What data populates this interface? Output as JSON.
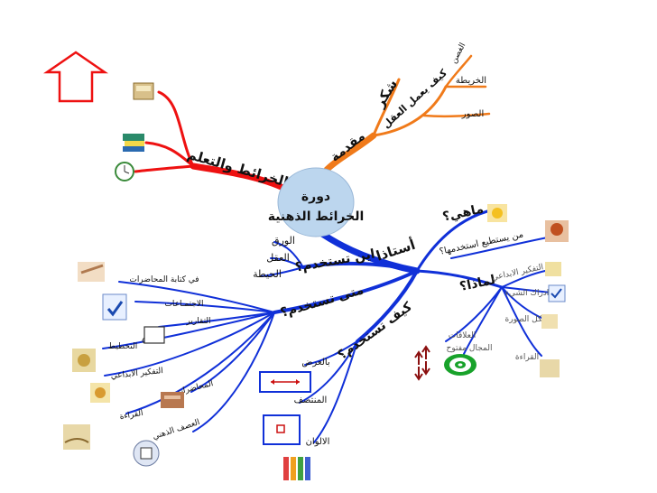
{
  "center": {
    "line1": "دورة",
    "line2": "الخرائط الذهنية"
  },
  "branches": {
    "intro": "مقدمة",
    "maps_learning": "الخرائط والتعلم",
    "what": "ماهي؟",
    "teachers": "أستاذا",
    "where": "اين تستخدم؟",
    "when": "متى تستخدم؟",
    "how": "كيف تستخدم؟",
    "why": "لماذا؟"
  },
  "intro_sub": {
    "thanks": "شكر",
    "brain": "كيف يعمل العقل",
    "branches": "الغصن",
    "map": "الخريطة",
    "images": "الصور"
  },
  "why_sub": {
    "who": "من يستطيع استخدمها؟",
    "creative": "التفكير الابداعي",
    "whole": "ادراك الشيء",
    "picture": "شكل الصورة",
    "relations": "العلاقات",
    "open": "المجال مفتوح",
    "reading": "القراءة"
  },
  "where_sub": {
    "paper": "الورق",
    "mind": "العقل",
    "wall": "الحيطة"
  },
  "when_sub": {
    "lectures_writing": "في كتابة المحاضرات",
    "meetings": "الاجتمـاعات",
    "reports": "التقارير",
    "planning": "التخطيط",
    "creative": "التفكير الابداعي",
    "lectures": "المحاضرات",
    "reading": "القراءة",
    "brainstorm": "العصف الذهني"
  },
  "how_sub": {
    "landscape": "بالعرض",
    "middle": "المنتصف",
    "colors": "الالوان"
  },
  "colors": {
    "red": "#ee1111",
    "orange": "#f07a1a",
    "blue": "#1030d8",
    "center_fill": "#bcd6ee",
    "target_green": "#18a22a",
    "arrow_red": "#8b1010"
  }
}
